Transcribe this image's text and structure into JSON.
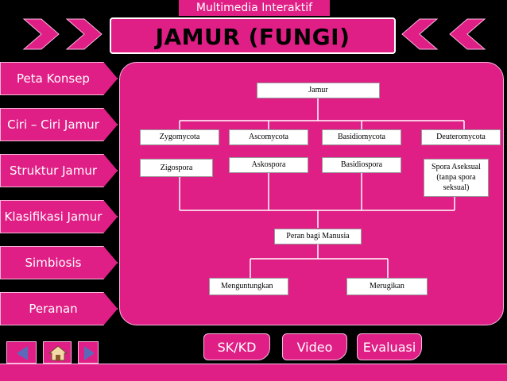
{
  "header": {
    "app_name": "Multimedia Interaktif",
    "title": "JAMUR (FUNGI)"
  },
  "sidebar": {
    "items": [
      {
        "label": "Peta Konsep"
      },
      {
        "label": "Ciri – Ciri Jamur"
      },
      {
        "label": "Struktur Jamur"
      },
      {
        "label": "Klasifikasi Jamur"
      },
      {
        "label": "Simbiosis"
      },
      {
        "label": "Peranan"
      }
    ]
  },
  "concept_map": {
    "root": "Jamur",
    "divisions": [
      "Zygomycota",
      "Ascomycota",
      "Basidiomycota",
      "Deuteromycota"
    ],
    "spores": [
      "Zigospora",
      "Askospora",
      "Basidiospora",
      "Spora Aseksual (tanpa spora seksual)"
    ],
    "role": "Peran bagi Manusia",
    "effects": [
      "Menguntungkan",
      "Merugikan"
    ]
  },
  "bottom_nav": {
    "sk_kd": "SK/KD",
    "video": "Video",
    "evaluasi": "Evaluasi"
  },
  "icons": {
    "prev": "left-arrow-icon",
    "home": "home-icon",
    "next": "right-arrow-icon"
  },
  "colors": {
    "accent": "#e01f86",
    "background": "#000000"
  }
}
